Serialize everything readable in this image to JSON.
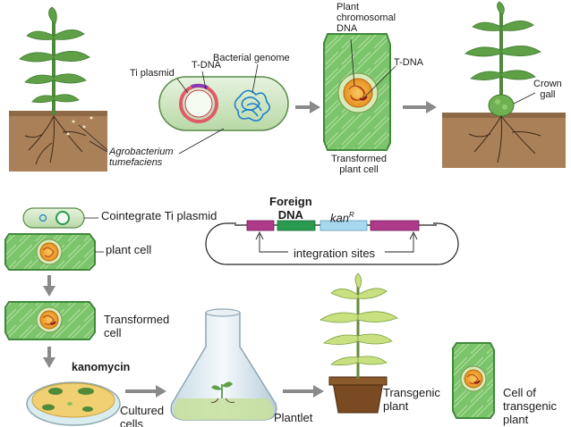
{
  "top_panel": {
    "ti_plasmid": "Ti plasmid",
    "t_dna": "T-DNA",
    "bacterial_genome": "Bacterial genome",
    "plant_chromosomal_dna": [
      "Plant",
      "chromosomal",
      "DNA"
    ],
    "t_dna_cell": "T-DNA",
    "crown_gall": [
      "Crown",
      "gall"
    ],
    "agrobacterium": [
      "Agrobacterium",
      "tumefaciens"
    ],
    "transformed_plant_cell": [
      "Transformed",
      "plant cell"
    ]
  },
  "bottom_panel": {
    "cointegrate": "Cointegrate Ti plasmid",
    "plant_cell": "plant cell",
    "foreign_dna": [
      "Foreign",
      "DNA"
    ],
    "kan_label": "kan",
    "kan_superscript": "R",
    "integration_sites": "integration sites",
    "transformed_cell": [
      "Transformed",
      "cell"
    ],
    "kanomycin": "kanomycin",
    "cultured_cells": [
      "Cultured",
      "cells"
    ],
    "plantlet": "Plantlet",
    "transgenic_plant": [
      "Transgenic",
      "plant"
    ],
    "cell_of_transgenic_plant": [
      "Cell of",
      "transgenic",
      "plant"
    ]
  },
  "colors": {
    "cell_green": "#79c26a",
    "cell_border": "#3f8a3a",
    "soil": "#a07a52",
    "plant_green": "#5d9a46",
    "nucleus": "#f0a030",
    "ti_ring": "#e05a6a",
    "genome": "#1e7fc8",
    "arrow_gray": "#8a8a8a"
  }
}
